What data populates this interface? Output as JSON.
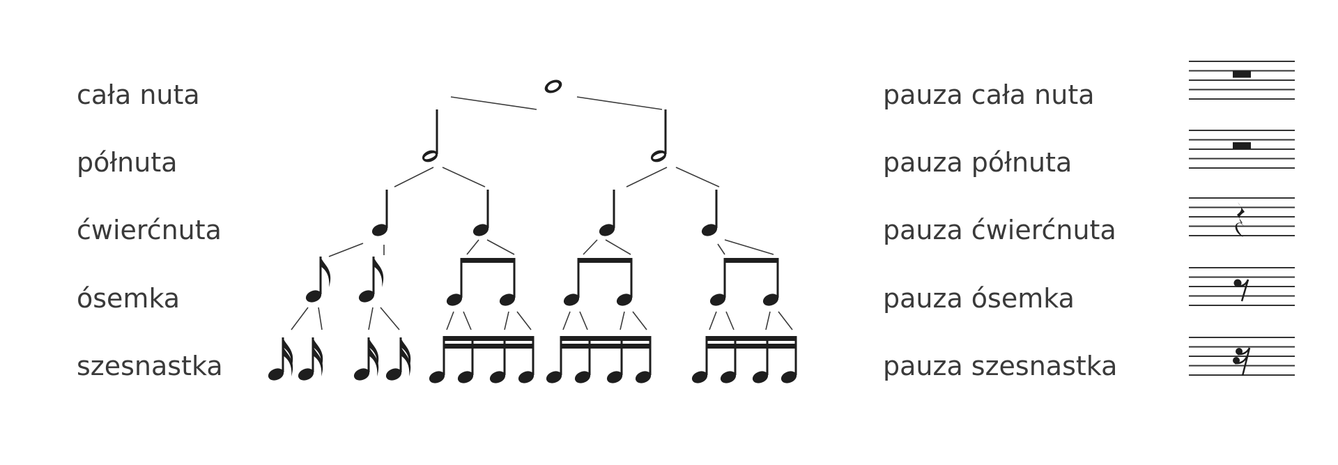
{
  "note_values": [
    {
      "id": "whole",
      "label": "cała nuta",
      "rest_label": "pauza cała nuta"
    },
    {
      "id": "half",
      "label": "półnuta",
      "rest_label": "pauza półnuta"
    },
    {
      "id": "quarter",
      "label": "ćwierćnuta",
      "rest_label": "pauza ćwierćnuta"
    },
    {
      "id": "eighth",
      "label": "ósemka",
      "rest_label": "pauza ósemka"
    },
    {
      "id": "sixteenth",
      "label": "szesnastka",
      "rest_label": "pauza szesnastka"
    }
  ],
  "colors": {
    "ink": "#1e1e1e",
    "text": "#3a3a3a",
    "staff": "#333333"
  }
}
